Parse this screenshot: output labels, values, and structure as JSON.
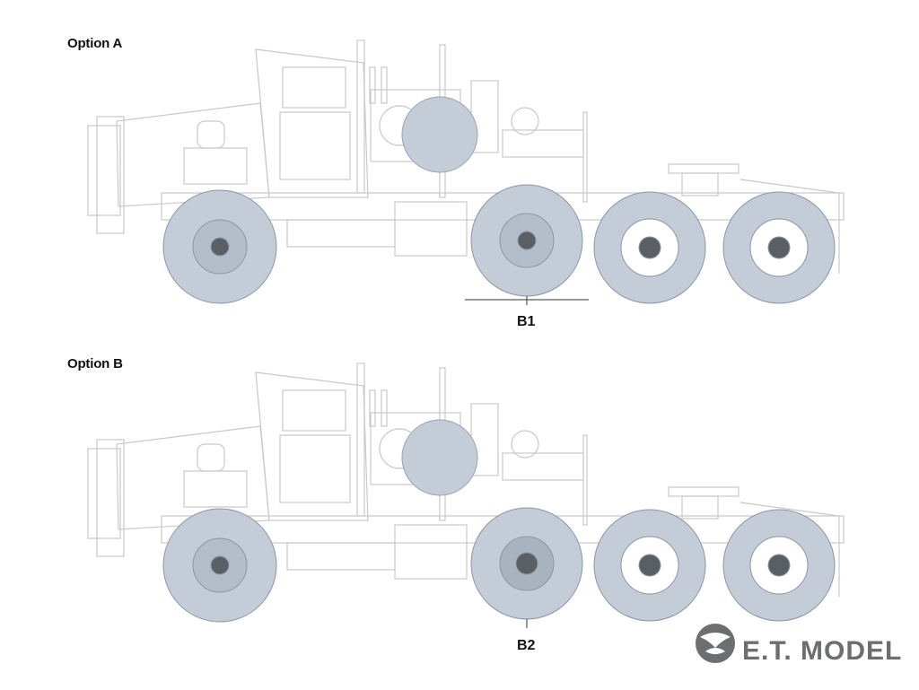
{
  "options": [
    {
      "label": "Option A",
      "part_label": "B1"
    },
    {
      "label": "Option B",
      "part_label": "B2"
    }
  ],
  "logo": {
    "text": "E.T. MODEL"
  },
  "colors": {
    "line": "#c9c9c9",
    "tire": "#c4ccd8",
    "tire_dark": "#5a5f66",
    "text": "#111111",
    "logo": "#6d6e70"
  }
}
